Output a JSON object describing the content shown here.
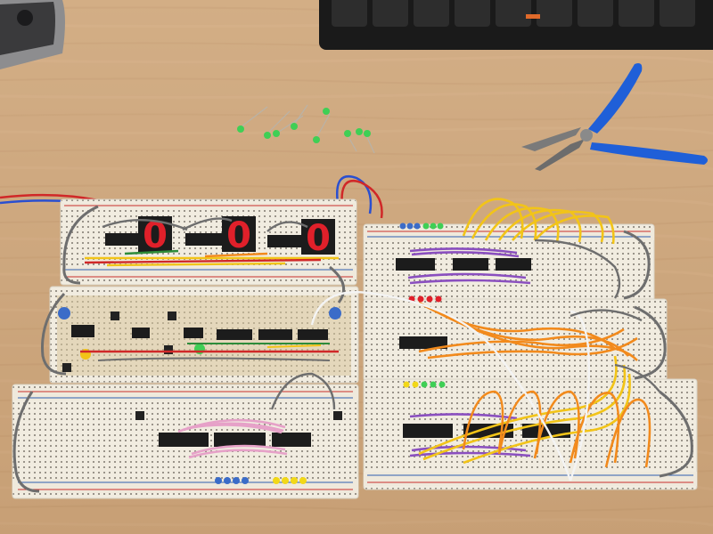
{
  "scene": {
    "description_role": "photo",
    "displays": [
      {
        "value": "0",
        "color": "#e0202a"
      },
      {
        "value": "0",
        "color": "#e0202a"
      },
      {
        "value": "0",
        "color": "#e0202a"
      }
    ],
    "colors": {
      "table": "#cda67c",
      "breadboard": "#f1ece0",
      "rail_red": "#c8302c",
      "rail_blue": "#2f5fb0",
      "ic": "#1c1c1c",
      "wire_yellow": "#f2c418",
      "wire_orange": "#f28a1c",
      "wire_purple": "#8a4fbf",
      "wire_pink": "#e6a1c8",
      "wire_white": "#f4f4f4",
      "wire_gray": "#6e6e6e",
      "wire_red": "#d02828",
      "wire_blue": "#2a4fd0",
      "plier_handle": "#1f5fd8",
      "plier_metal": "#7a7a7a",
      "keyboard": "#1a1a1a"
    },
    "icons": [
      "keyboard",
      "pliers",
      "leds",
      "breadboards",
      "seven-segment-displays",
      "integrated-circuits",
      "push-buttons"
    ]
  }
}
